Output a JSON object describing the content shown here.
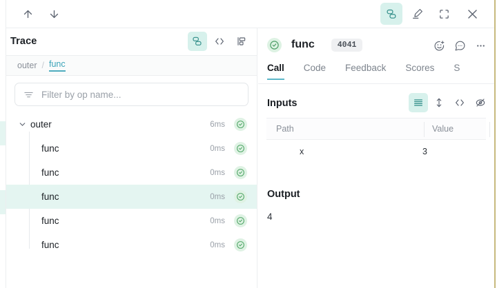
{
  "topbar": {
    "nav_up_icon": "arrow-up-icon",
    "nav_down_icon": "arrow-down-icon",
    "stack_icon": "stacked-layers-icon",
    "pen_icon": "highlighter-pen-icon",
    "fullscreen_icon": "fullscreen-icon",
    "close_icon": "close-icon"
  },
  "trace": {
    "title": "Trace",
    "view_icons": [
      "stacked-layers-icon",
      "code-brackets-icon",
      "tree-view-icon"
    ],
    "breadcrumb": {
      "root": "outer",
      "separator": "/",
      "current": "func"
    },
    "filter": {
      "placeholder": "Filter by op name...",
      "value": "",
      "icon": "filter-lines-icon"
    },
    "rows": [
      {
        "label": "outer",
        "duration": "6ms",
        "depth": 0,
        "selected": false,
        "expanded": true,
        "status": "success"
      },
      {
        "label": "func",
        "duration": "0ms",
        "depth": 1,
        "selected": false,
        "status": "success"
      },
      {
        "label": "func",
        "duration": "0ms",
        "depth": 1,
        "selected": false,
        "status": "success"
      },
      {
        "label": "func",
        "duration": "0ms",
        "depth": 1,
        "selected": true,
        "status": "success"
      },
      {
        "label": "func",
        "duration": "0ms",
        "depth": 1,
        "selected": false,
        "status": "success"
      },
      {
        "label": "func",
        "duration": "0ms",
        "depth": 1,
        "selected": false,
        "status": "success"
      }
    ]
  },
  "detail": {
    "call_name": "func",
    "call_id_badge": "4041",
    "status": "success",
    "header_icons": [
      "add-reaction-icon",
      "comment-icon",
      "more-options-icon"
    ],
    "tabs": [
      {
        "label": "Call",
        "active": true
      },
      {
        "label": "Code",
        "active": false
      },
      {
        "label": "Feedback",
        "active": false
      },
      {
        "label": "Scores",
        "active": false
      },
      {
        "label": "S",
        "active": false
      }
    ],
    "inputs": {
      "title": "Inputs",
      "toolbar_icons": [
        "list-view-icon",
        "expand-vertical-icon",
        "code-brackets-icon",
        "eye-off-icon"
      ],
      "columns": [
        "Path",
        "Value"
      ],
      "rows": [
        {
          "path": "x",
          "value": "3"
        }
      ]
    },
    "output": {
      "title": "Output",
      "value": "4"
    }
  },
  "colors": {
    "accent_teal": "#2e8c87",
    "accent_teal_bg": "#d7f1ec",
    "selected_row_bg": "#e4f5f1",
    "tab_underline": "#5bb6c8",
    "status_green_bg": "#dff2e4",
    "status_green": "#52a868",
    "right_rule": "#c6b97c",
    "border": "#eceef0"
  }
}
